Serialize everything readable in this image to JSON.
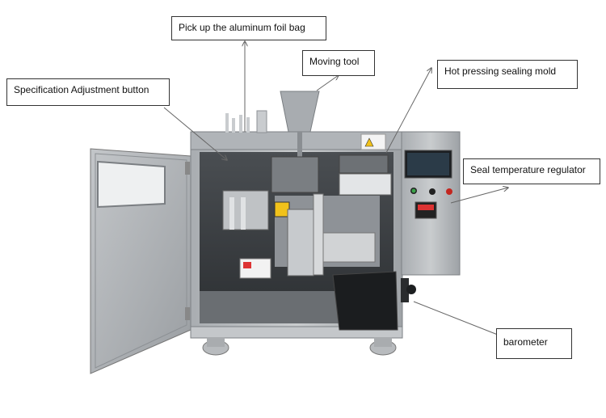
{
  "labels": {
    "spec_adjust": "Specification Adjustment button",
    "pick_bag": "Pick up the aluminum foil bag",
    "moving_tool": "Moving tool",
    "hot_press": "Hot pressing sealing mold",
    "seal_temp": "Seal temperature regulator",
    "barometer": "barometer"
  },
  "colors": {
    "steel": "#b9bcbf",
    "steel_dark": "#8d9195",
    "interior": "#3a3d40",
    "panel": "#1c1f22",
    "warning": "#f1c21b",
    "arrow": "#666666"
  }
}
